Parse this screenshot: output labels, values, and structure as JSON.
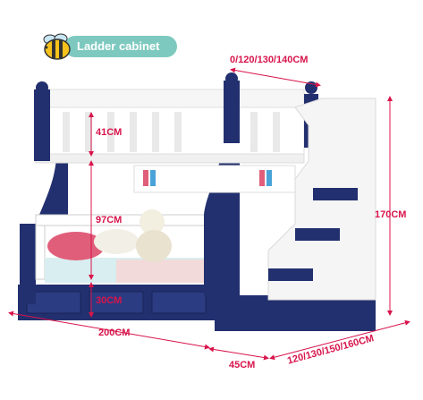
{
  "badge": {
    "label": "Ladder cabinet"
  },
  "dimensions": {
    "top_width": "0/120/130/140CM",
    "guard_height": "41CM",
    "middle_height": "97CM",
    "bottom_height": "30CM",
    "total_height": "170CM",
    "length": "200CM",
    "stair_depth": "45CM",
    "bottom_width": "120/130/150/160CM"
  },
  "colors": {
    "navy": "#22306f",
    "white": "#f4f4f4",
    "accent": "#d8144b",
    "badge": "#7ec9bf"
  }
}
